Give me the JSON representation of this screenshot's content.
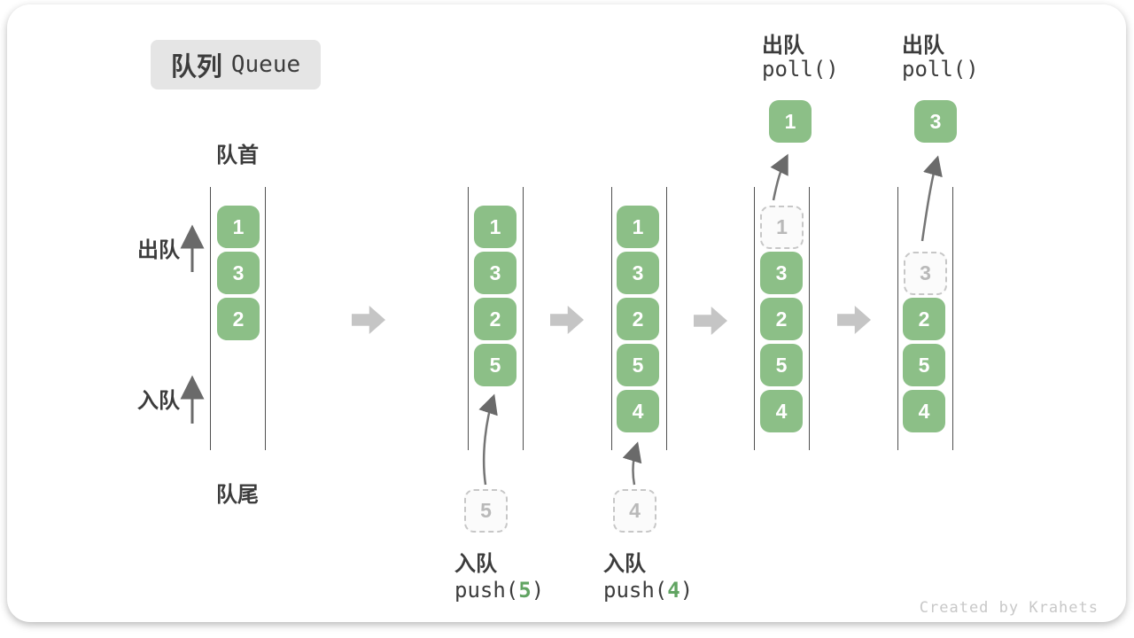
{
  "title": {
    "zh": "队列",
    "en": "Queue"
  },
  "labels": {
    "front": "队首",
    "rear": "队尾",
    "dequeue_side": "出队",
    "enqueue_side": "入队"
  },
  "ops": {
    "dequeue1": {
      "label": "出队",
      "code": "poll()"
    },
    "dequeue2": {
      "label": "出队",
      "code": "poll()"
    },
    "enqueue1": {
      "label": "入队",
      "fn": "push(",
      "arg": "5",
      "close": ")"
    },
    "enqueue2": {
      "label": "入队",
      "fn": "push(",
      "arg": "4",
      "close": ")"
    }
  },
  "states": [
    {
      "boxes": [
        "1",
        "3",
        "2"
      ]
    },
    {
      "boxes": [
        "1",
        "3",
        "2",
        "5"
      ],
      "incoming": "5"
    },
    {
      "boxes": [
        "1",
        "3",
        "2",
        "5",
        "4"
      ],
      "incoming": "4"
    },
    {
      "boxes": [
        "3",
        "2",
        "5",
        "4"
      ],
      "removed": "1",
      "outgoing": "1"
    },
    {
      "boxes": [
        "2",
        "5",
        "4"
      ],
      "removed": "3",
      "outgoing": "3"
    }
  ],
  "colors": {
    "item_green": "#8CBF87",
    "item_text": "#FFFFFF",
    "ghost_border": "#C7C7C7",
    "ghost_text": "#B9B9B9",
    "dark_text": "#3C3C3C",
    "arg_green": "#61A462",
    "block_arrow": "#C5C5C5",
    "badge_bg": "#E5E5E5",
    "watermark": "#C8C8C8"
  },
  "watermark": {
    "text": "Created by Krahets"
  }
}
